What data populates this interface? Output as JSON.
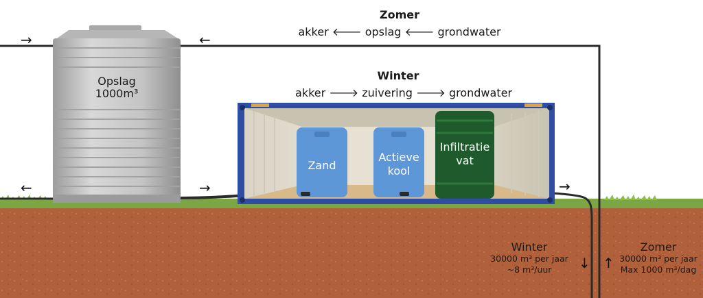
{
  "summer": {
    "title": "Zomer",
    "flow": "akker 🡐 opslag 🡐 grondwater"
  },
  "winter": {
    "title": "Winter",
    "flow": "akker 🡒 zuivering 🡒 grondwater"
  },
  "storage_tank": {
    "line1": "Opslag",
    "line2": "1000m³"
  },
  "filters": {
    "sand": "Zand",
    "carbon_line1": "Actieve",
    "carbon_line2": "kool",
    "infiltration_line1": "Infiltratie",
    "infiltration_line2": "vat"
  },
  "well_winter": {
    "title": "Winter",
    "line1": "30000 m³ per jaar",
    "line2": "~8 m³/uur",
    "arrow": "↓"
  },
  "well_summer": {
    "title": "Zomer",
    "line1": "30000 m³ per jaar",
    "line2": "Max 1000 m³/dag",
    "arrow": "↑"
  },
  "flow_arrows": {
    "right": "→",
    "left": "←"
  },
  "colors": {
    "soil": "#b0603a",
    "grass": "#6e9f3a",
    "tank_grey": "#bdbdbd",
    "container_blue": "#2f4ea3",
    "filter_blue": "#5d97d8",
    "infiltration_green": "#1f5a2c",
    "pipe": "#2a2a2a"
  }
}
